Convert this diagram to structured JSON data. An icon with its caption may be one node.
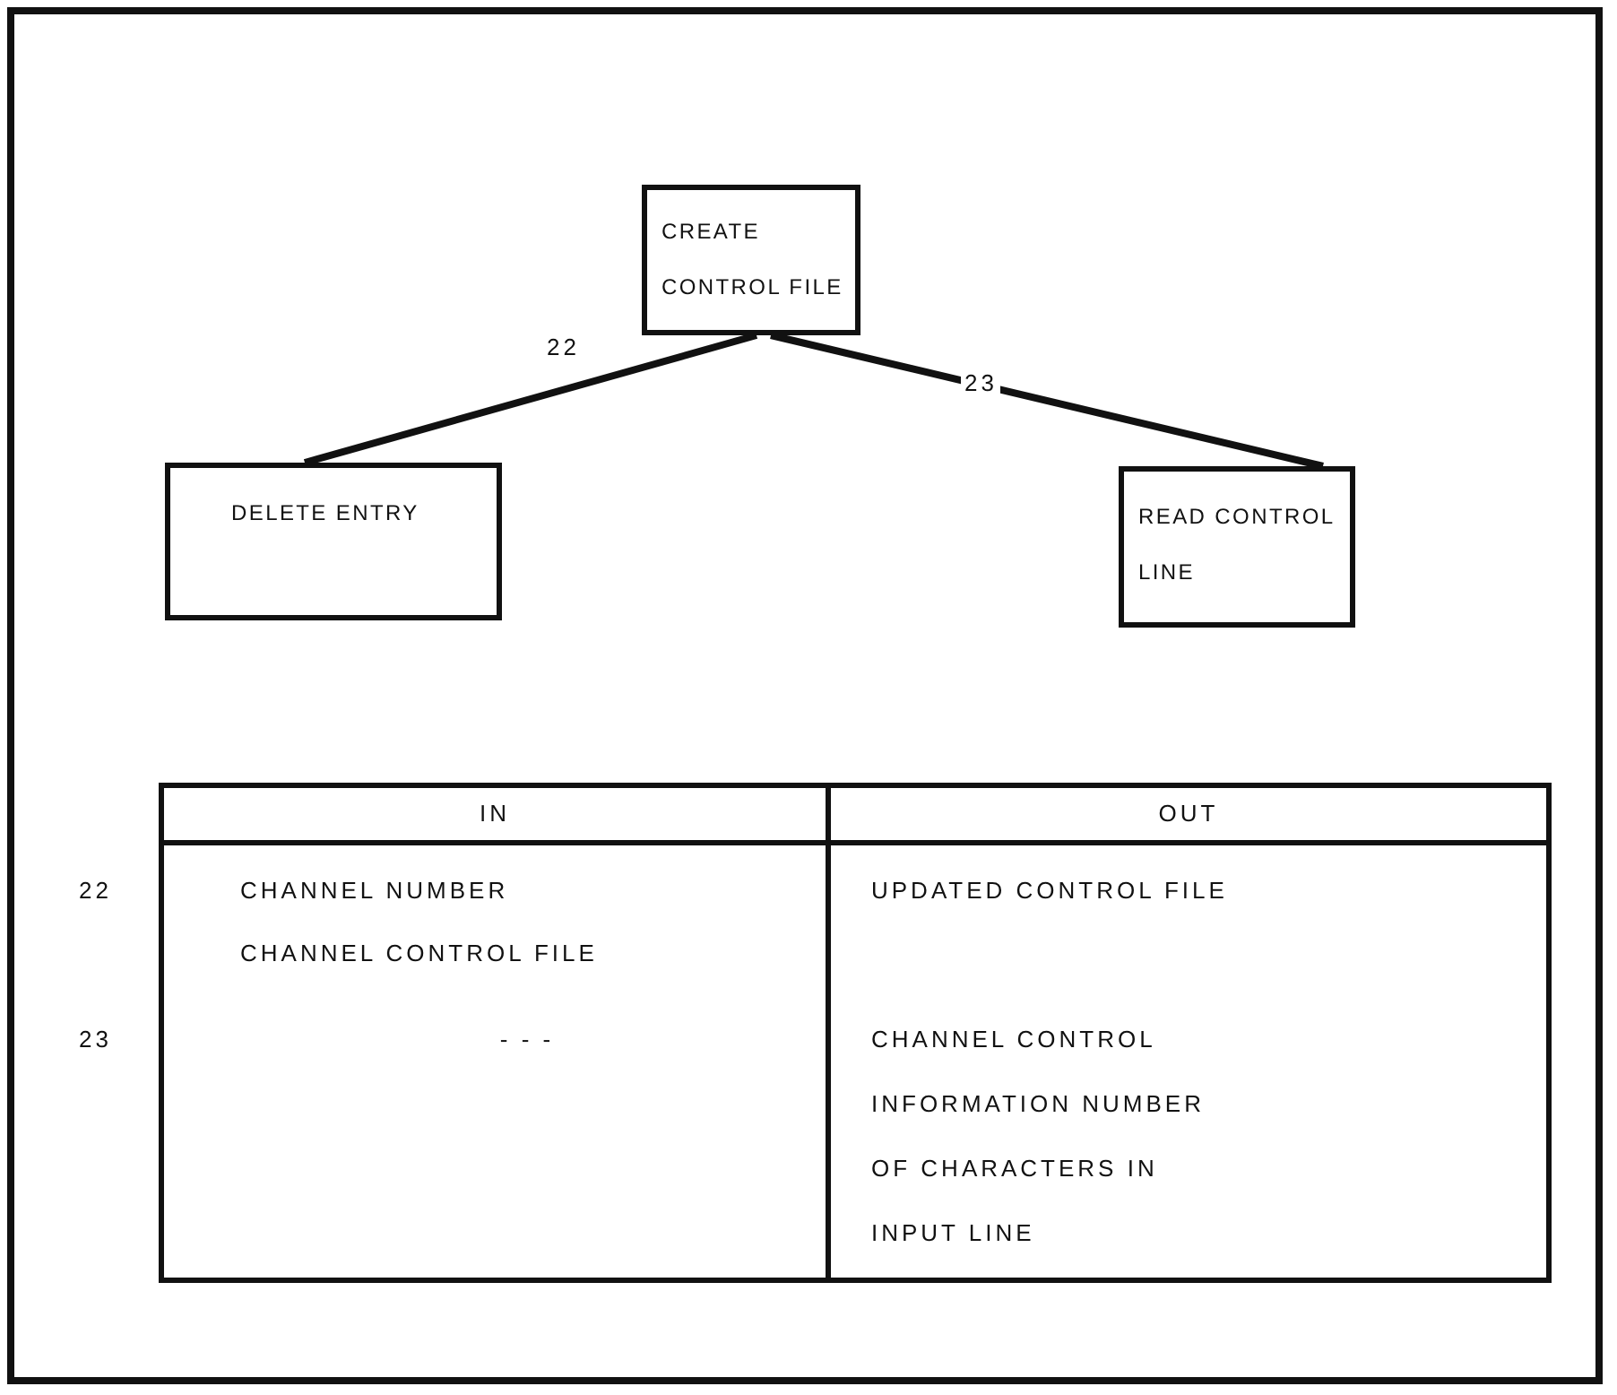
{
  "diagram": {
    "nodes": [
      {
        "text": [
          "CREATE CONTROL FILE"
        ]
      },
      {
        "text": [
          "DELETE ENTRY"
        ]
      },
      {
        "text": [
          "READ CONTROL LINE"
        ]
      }
    ],
    "edges": [
      {
        "from": 0,
        "to": 1,
        "arrow": "none",
        "label": "22"
      },
      {
        "from": 0,
        "to": 2,
        "arrow": "none",
        "label": "23"
      }
    ],
    "labels": [
      "IN",
      "OUT",
      "22",
      "CHANNEL NUMBER",
      "CHANNEL CONTROL FILE",
      "UPDATED CONTROL FILE",
      "23",
      "- - -",
      "CHANNEL CONTROL INFORMATION NUMBER OF CHARACTERS IN INPUT LINE"
    ]
  }
}
